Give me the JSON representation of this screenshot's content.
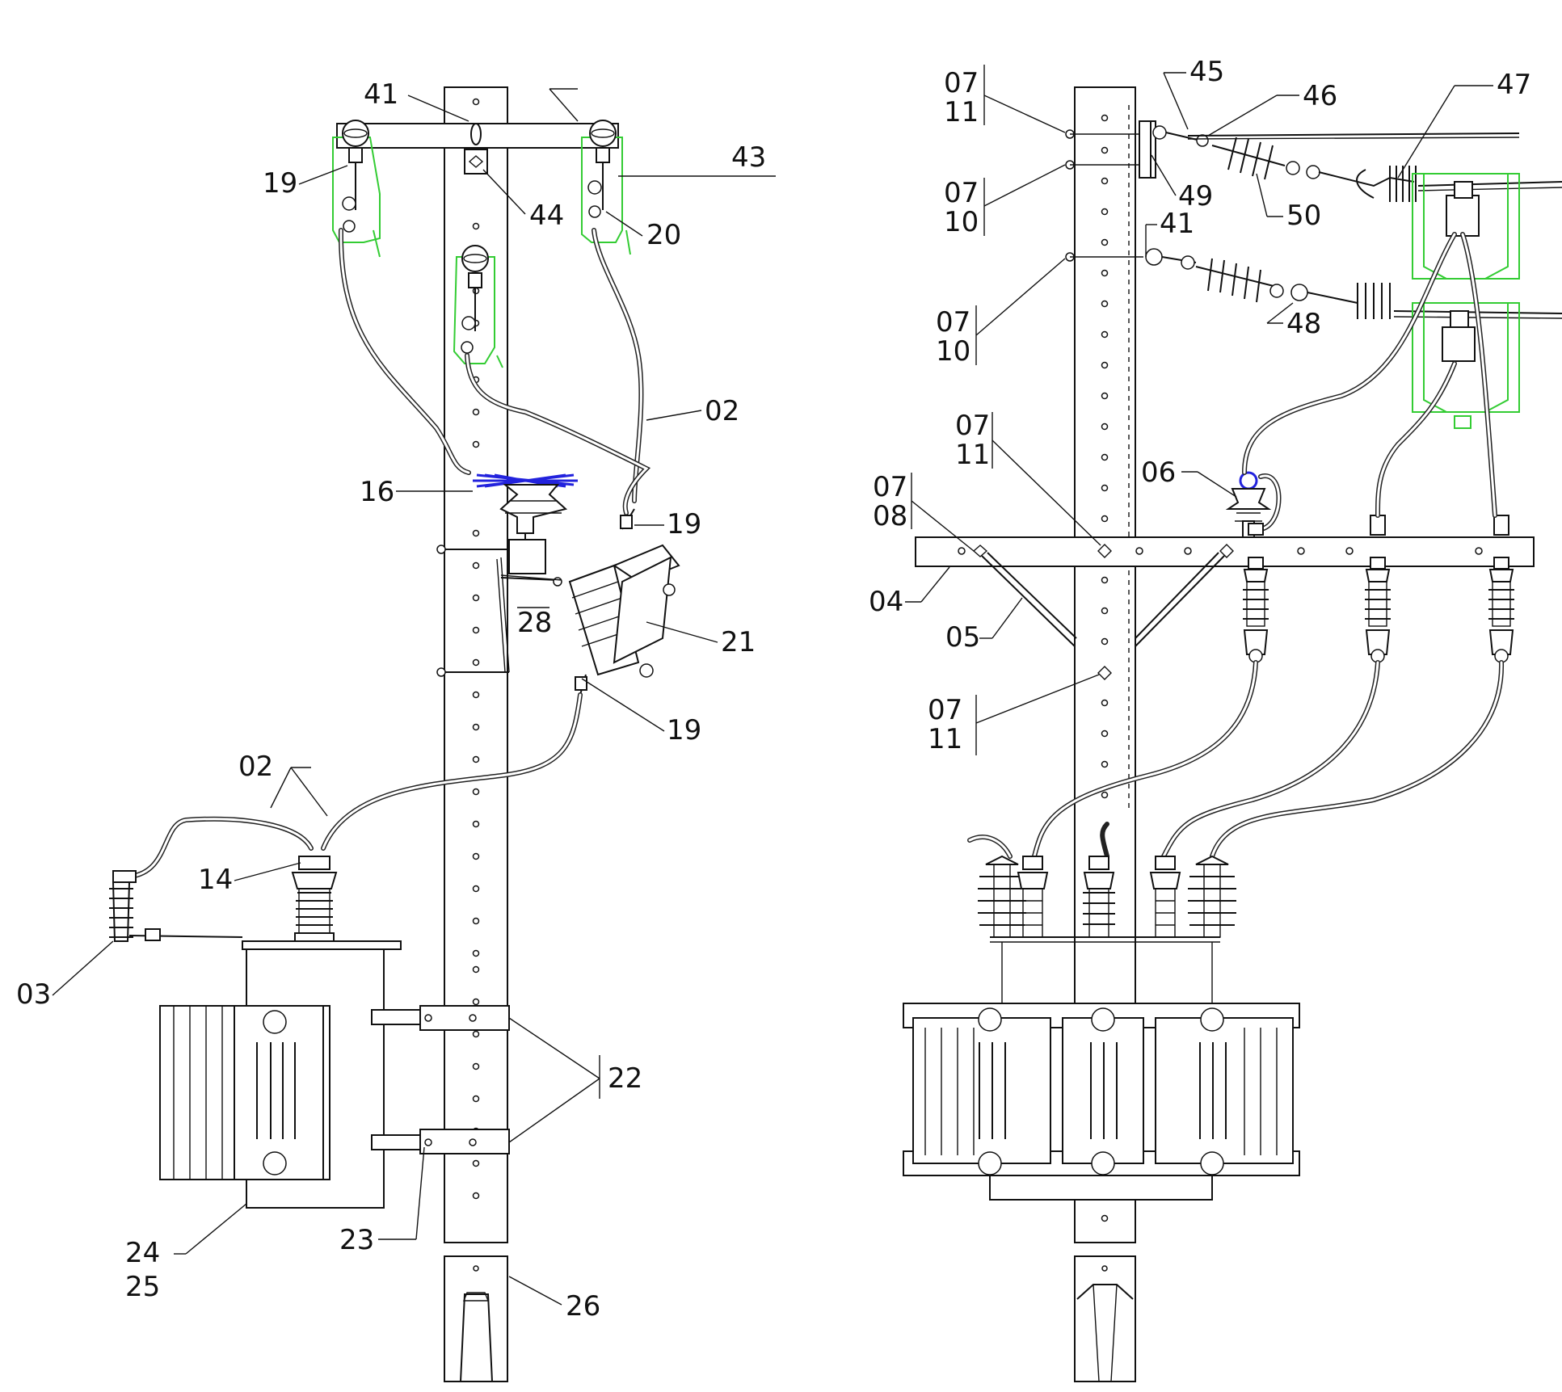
{
  "labels": {
    "l41a": "41",
    "l19a": "19",
    "l44": "44",
    "l43": "43",
    "l20": "20",
    "l02a": "02",
    "l16": "16",
    "l19b": "19",
    "l28": "28",
    "l21": "21",
    "l19c": "19",
    "l02b": "02",
    "l14": "14",
    "l03": "03",
    "l22": "22",
    "l23": "23",
    "l24": "24",
    "l25": "25",
    "l26": "26",
    "r0711a_1": "07",
    "r0711a_2": "11",
    "r45": "45",
    "r46": "46",
    "r47": "47",
    "r0710a_1": "07",
    "r0710a_2": "10",
    "r49": "49",
    "r50": "50",
    "r41": "41",
    "r0710b_1": "07",
    "r0710b_2": "10",
    "r48": "48",
    "r0711b_1": "07",
    "r0711b_2": "11",
    "r06": "06",
    "r0708_1": "07",
    "r0708_2": "08",
    "r04": "04",
    "r05": "05",
    "r0711c_1": "07",
    "r0711c_2": "11"
  },
  "colors": {
    "line": "#111111",
    "highlight_green": "#33cc33",
    "highlight_blue": "#2222dd"
  }
}
